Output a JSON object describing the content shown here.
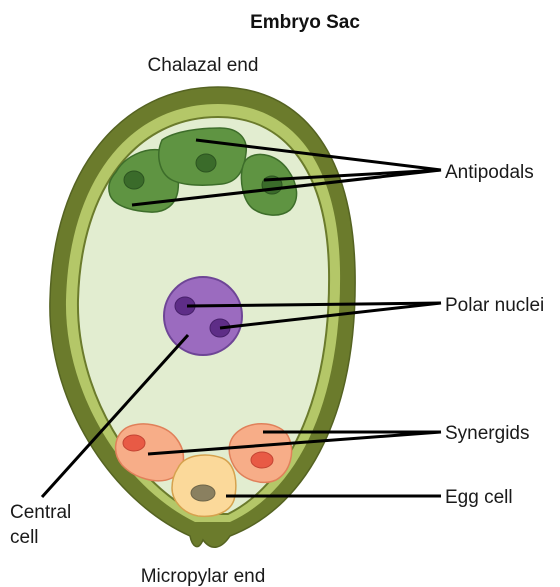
{
  "title": "Embryo Sac",
  "labels": {
    "chalazal_end": "Chalazal end",
    "micropylar_end": "Micropylar end",
    "antipodals": "Antipodals",
    "polar_nuclei": "Polar nuclei",
    "synergids": "Synergids",
    "egg_cell": "Egg cell",
    "central_cell_line1": "Central",
    "central_cell_line2": "cell"
  },
  "colors": {
    "outer_integument": "#6b7b2c",
    "inner_layer": "#b4c768",
    "sac_fill": "#e2edd0",
    "antipodal_fill": "#5f9442",
    "antipodal_nucleus": "#3a6b2a",
    "polar_fill": "#9b6bbf",
    "polar_nucleus": "#5e2d87",
    "synergid_fill": "#f7ad88",
    "synergid_nucleus": "#e85a45",
    "egg_fill": "#fbd99a",
    "egg_nucleus": "#8a8060"
  }
}
